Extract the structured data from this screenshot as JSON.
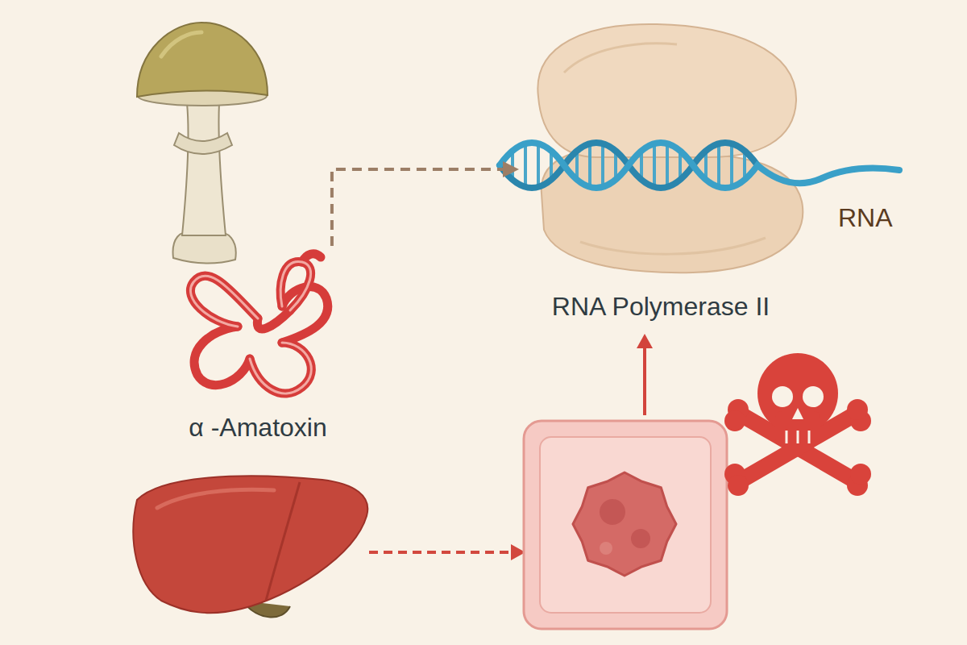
{
  "diagram": {
    "nodes": [
      {
        "text": [
          "α -Amatoxin"
        ]
      },
      {
        "text": [
          "RNA Polymerase II"
        ]
      }
    ],
    "edges": [
      {
        "from": 0,
        "to": 1,
        "arrow": "to"
      }
    ],
    "labels": [
      "RNA"
    ]
  }
}
